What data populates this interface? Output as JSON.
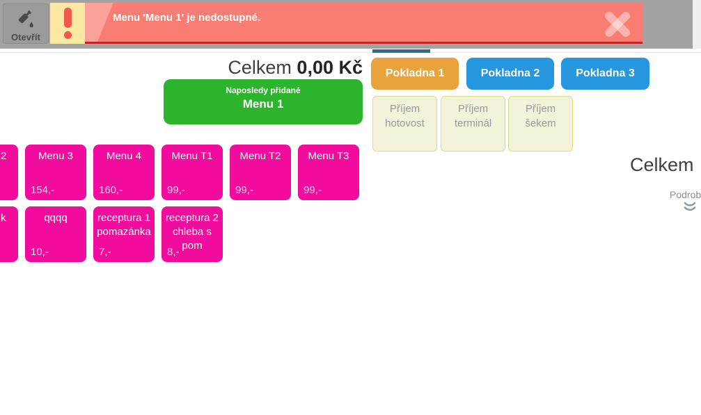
{
  "toolbar": {
    "open_button_label": "Otevřít"
  },
  "notification": {
    "message": "Menu 'Menu 1' je nedostupné."
  },
  "cart": {
    "total_label": "Celkem",
    "total_value": "0,00 Kč",
    "last_added_caption": "Naposledy přidané",
    "last_added_item": "Menu 1"
  },
  "registers": [
    {
      "label": "Pokladna 1",
      "active": true
    },
    {
      "label": "Pokladna 2",
      "active": false
    },
    {
      "label": "Pokladna 3",
      "active": false
    }
  ],
  "payments": [
    {
      "label": "Příjem hotovost"
    },
    {
      "label": "Příjem terminál"
    },
    {
      "label": "Příjem šekem"
    }
  ],
  "tiles": {
    "row1": [
      {
        "label": "2",
        "price": "",
        "partial": true
      },
      {
        "label": "Menu 3",
        "price": "154,-"
      },
      {
        "label": "Menu 4",
        "price": "160,-"
      },
      {
        "label": "Menu T1",
        "price": "99,-"
      },
      {
        "label": "Menu T2",
        "price": "99,-"
      },
      {
        "label": "Menu T3",
        "price": "99,-"
      }
    ],
    "row2": [
      {
        "label": "k",
        "price": "",
        "partial": true
      },
      {
        "label": "qqqq",
        "price": "10,-"
      },
      {
        "label": "receptura 1 pomazánka",
        "price": "7,-"
      },
      {
        "label": "receptura 2 chleba s pom",
        "price": "8,-"
      }
    ]
  },
  "summary": {
    "title": "Celkem",
    "details_label": "Podrob"
  },
  "colors": {
    "topbar": "#a2a2a2",
    "banner": "#f97d72",
    "banner_border": "#c62424",
    "warning_yellow": "#fae8a4",
    "warning_red": "#f1584c",
    "register_active": "#e8a33d",
    "register_inactive": "#2697de",
    "payment_bg": "#f3f3da",
    "tile_pink": "#f20c9e",
    "last_added_green": "#2db42d",
    "tab_indicator": "#2e6e8e"
  }
}
